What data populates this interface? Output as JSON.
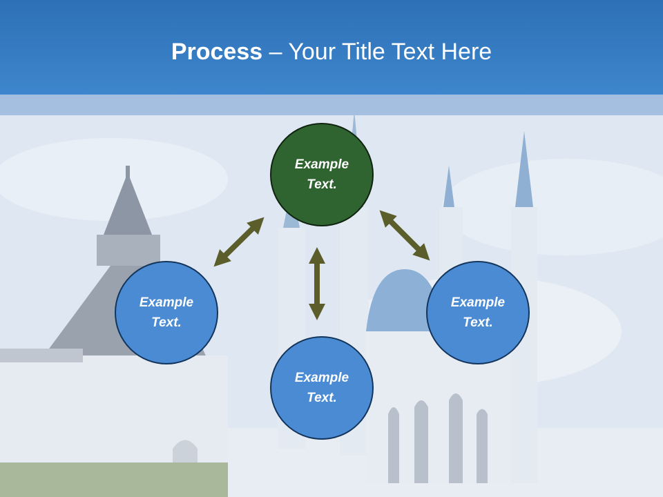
{
  "title": {
    "bold": "Process",
    "rest": " – Your Title Text Here"
  },
  "colors": {
    "header": "#3a80c8",
    "node_blue": "#4a8bd3",
    "node_green": "#2f6330",
    "arrow": "#5b5e2b"
  },
  "nodes": [
    {
      "label": "Example Text."
    },
    {
      "label": "Example Text."
    },
    {
      "label": "Example Text."
    },
    {
      "label": "Example Text."
    }
  ]
}
